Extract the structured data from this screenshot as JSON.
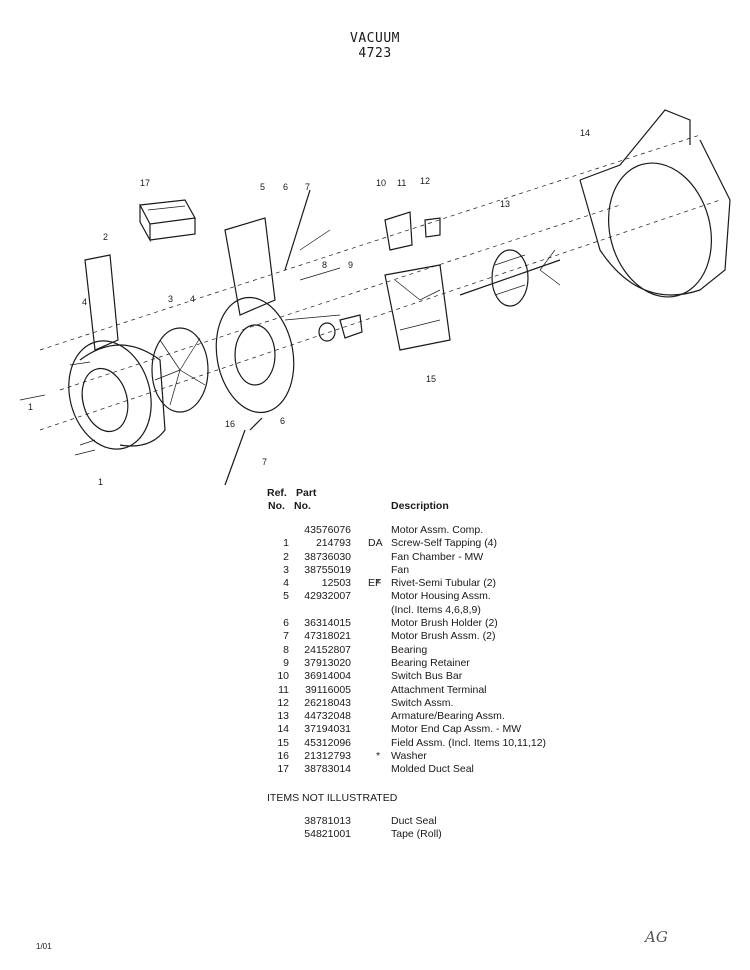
{
  "header": {
    "title": "VACUUM",
    "model": "4723"
  },
  "callouts": [
    "17",
    "2",
    "5",
    "6",
    "7",
    "10",
    "11",
    "12",
    "13",
    "14",
    "3",
    "4",
    "8",
    "9",
    "15",
    "16",
    "6",
    "7",
    "1",
    "1",
    "4"
  ],
  "table": {
    "col_ref": "Ref.",
    "col_ref2": "No.",
    "col_part": "Part",
    "col_part2": "No.",
    "col_desc": "Description",
    "rows": [
      {
        "ref": "",
        "part": "43576076",
        "suffix": "",
        "mark": "",
        "desc": "Motor Assm. Comp."
      },
      {
        "ref": "1",
        "part": "214793",
        "suffix": "DA",
        "mark": "",
        "desc": "Screw-Self Tapping (4)"
      },
      {
        "ref": "2",
        "part": "38736030",
        "suffix": "",
        "mark": "",
        "desc": "Fan Chamber - MW"
      },
      {
        "ref": "3",
        "part": "38755019",
        "suffix": "",
        "mark": "",
        "desc": "Fan"
      },
      {
        "ref": "4",
        "part": "12503",
        "suffix": "EF",
        "mark": "*",
        "desc": "Rivet-Semi Tubular (2)"
      },
      {
        "ref": "5",
        "part": "42932007",
        "suffix": "",
        "mark": "",
        "desc": "Motor Housing Assm."
      },
      {
        "ref": "",
        "part": "",
        "suffix": "",
        "mark": "",
        "desc": "(Incl. Items 4,6,8,9)"
      },
      {
        "ref": "6",
        "part": "36314015",
        "suffix": "",
        "mark": "",
        "desc": "Motor Brush Holder (2)"
      },
      {
        "ref": "7",
        "part": "47318021",
        "suffix": "",
        "mark": "",
        "desc": "Motor Brush Assm. (2)"
      },
      {
        "ref": "8",
        "part": "24152807",
        "suffix": "",
        "mark": "",
        "desc": "Bearing"
      },
      {
        "ref": "9",
        "part": "37913020",
        "suffix": "",
        "mark": "",
        "desc": "Bearing Retainer"
      },
      {
        "ref": "10",
        "part": "36914004",
        "suffix": "",
        "mark": "",
        "desc": "Switch Bus Bar"
      },
      {
        "ref": "11",
        "part": "39116005",
        "suffix": "",
        "mark": "",
        "desc": "Attachment Terminal"
      },
      {
        "ref": "12",
        "part": "26218043",
        "suffix": "",
        "mark": "",
        "desc": "Switch Assm."
      },
      {
        "ref": "13",
        "part": "44732048",
        "suffix": "",
        "mark": "",
        "desc": "Armature/Bearing Assm."
      },
      {
        "ref": "14",
        "part": "37194031",
        "suffix": "",
        "mark": "",
        "desc": "Motor End Cap Assm. - MW"
      },
      {
        "ref": "15",
        "part": "45312096",
        "suffix": "",
        "mark": "",
        "desc": "Field Assm. (Incl. Items 10,11,12)"
      },
      {
        "ref": "16",
        "part": "21312793",
        "suffix": "",
        "mark": "*",
        "desc": "Washer"
      },
      {
        "ref": "17",
        "part": "38783014",
        "suffix": "",
        "mark": "",
        "desc": "Molded Duct Seal"
      }
    ]
  },
  "not_illustrated": {
    "heading": "ITEMS NOT ILLUSTRATED",
    "rows": [
      {
        "part": "38781013",
        "desc": "Duct Seal"
      },
      {
        "part": "54821001",
        "desc": "Tape (Roll)"
      }
    ]
  },
  "footer": {
    "date": "1/01",
    "initials": "AG"
  }
}
